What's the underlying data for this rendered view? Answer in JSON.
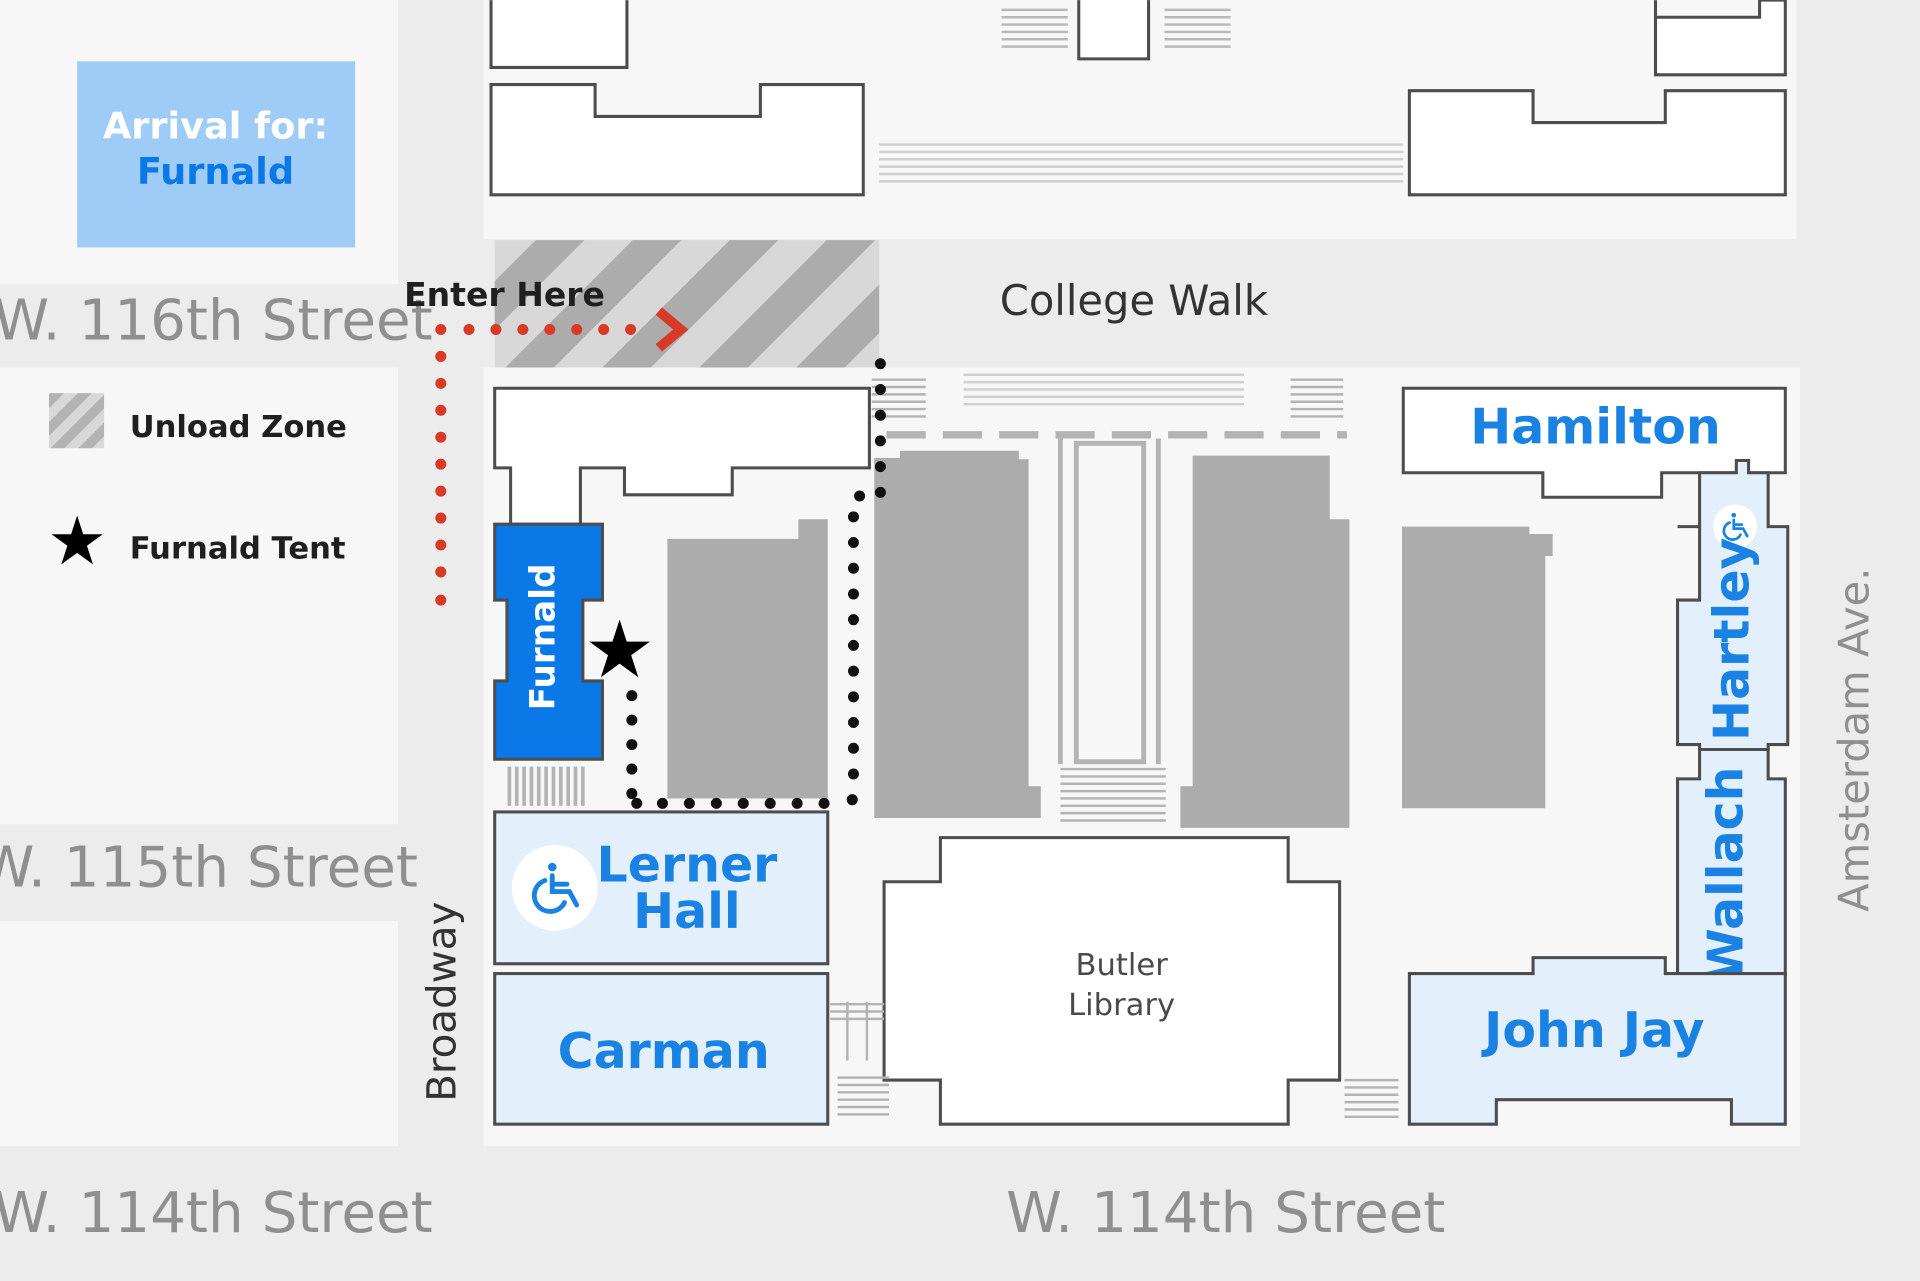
{
  "arrival": {
    "title": "Arrival for:",
    "building": "Furnald"
  },
  "streets": {
    "w116": "W. 116th Street",
    "w115": "W. 115th Street",
    "w114_left": "W. 114th Street",
    "w114_right": "W. 114th Street",
    "broadway": "Broadway",
    "amsterdam": "Amsterdam Ave.",
    "college_walk": "College Walk"
  },
  "enter_here": "Enter Here",
  "legend": {
    "unload_zone": "Unload Zone",
    "tent": "Furnald Tent"
  },
  "buildings": {
    "furnald": "Furnald",
    "hamilton": "Hamilton",
    "hartley": "Hartley",
    "wallach": "Wallach",
    "lerner_line1": "Lerner",
    "lerner_line2": "Hall",
    "carman": "Carman",
    "butler_line1": "Butler",
    "butler_line2": "Library",
    "john_jay": "John Jay"
  },
  "icons": [
    "wheelchair-icon",
    "star-icon",
    "chevron-right-icon"
  ],
  "colors": {
    "highlight_building": "#0a78e6",
    "residence_fill": "#e3effb",
    "label_blue": "#1a82e2",
    "arrival_box": "#9fccf7",
    "route_red": "#d93a25",
    "walk_path": "#111111",
    "other_building": "#acacac"
  }
}
